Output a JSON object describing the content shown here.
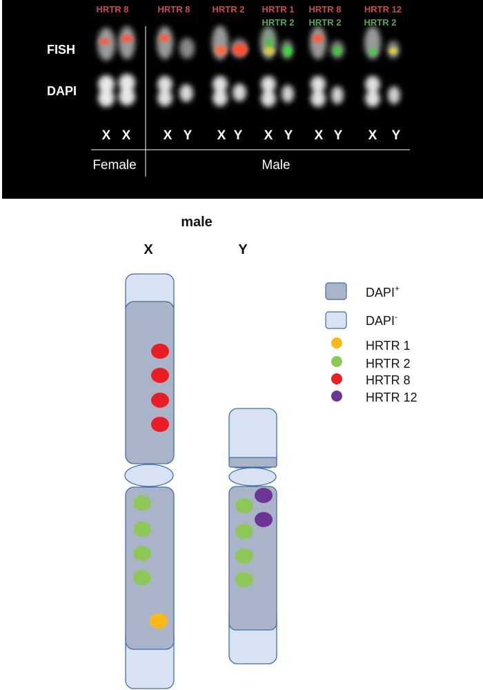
{
  "microscopy": {
    "probe_labels": [
      {
        "top": "HRTR 8",
        "bottom": ""
      },
      {
        "top": "HRTR 8",
        "bottom": ""
      },
      {
        "top": "HRTR 2",
        "bottom": ""
      },
      {
        "top": "HRTR 1",
        "bottom": "HRTR 2"
      },
      {
        "top": "HRTR 8",
        "bottom": "HRTR 2"
      },
      {
        "top": "HRTR 12",
        "bottom": "HRTR 2"
      }
    ],
    "row_labels": [
      "FISH",
      "DAPI"
    ],
    "chromosome_labels": [
      "X",
      "X",
      "X",
      "Y",
      "X",
      "Y",
      "X",
      "Y",
      "X",
      "Y",
      "X",
      "Y"
    ],
    "group_labels": [
      "Female",
      "Male"
    ]
  },
  "schematic": {
    "title": "male",
    "chromosome_x_label": "X",
    "chromosome_y_label": "Y"
  },
  "legend": {
    "items": [
      {
        "label": "DAPI",
        "sup": "+",
        "color": "#aab4c8",
        "shape": "box"
      },
      {
        "label": "DAPI",
        "sup": "-",
        "color": "#d8e2f3",
        "shape": "box"
      },
      {
        "label": "HRTR 1",
        "sup": "",
        "color": "#fbb915",
        "shape": "dot"
      },
      {
        "label": "HRTR 2",
        "sup": "",
        "color": "#8cc855",
        "shape": "dot"
      },
      {
        "label": "HRTR 8",
        "sup": "",
        "color": "#ea1d24",
        "shape": "dot"
      },
      {
        "label": "HRTR 12",
        "sup": "",
        "color": "#6c3596",
        "shape": "dot"
      }
    ]
  },
  "colors": {
    "panel_background": "#000000",
    "dapi_positive": "#aab4c8",
    "dapi_negative": "#d8e2f3",
    "outline": "#3f6ea5",
    "hrtr1": "#fbb915",
    "hrtr2": "#8cc855",
    "hrtr8": "#ea1d24",
    "hrtr12": "#6c3596"
  }
}
